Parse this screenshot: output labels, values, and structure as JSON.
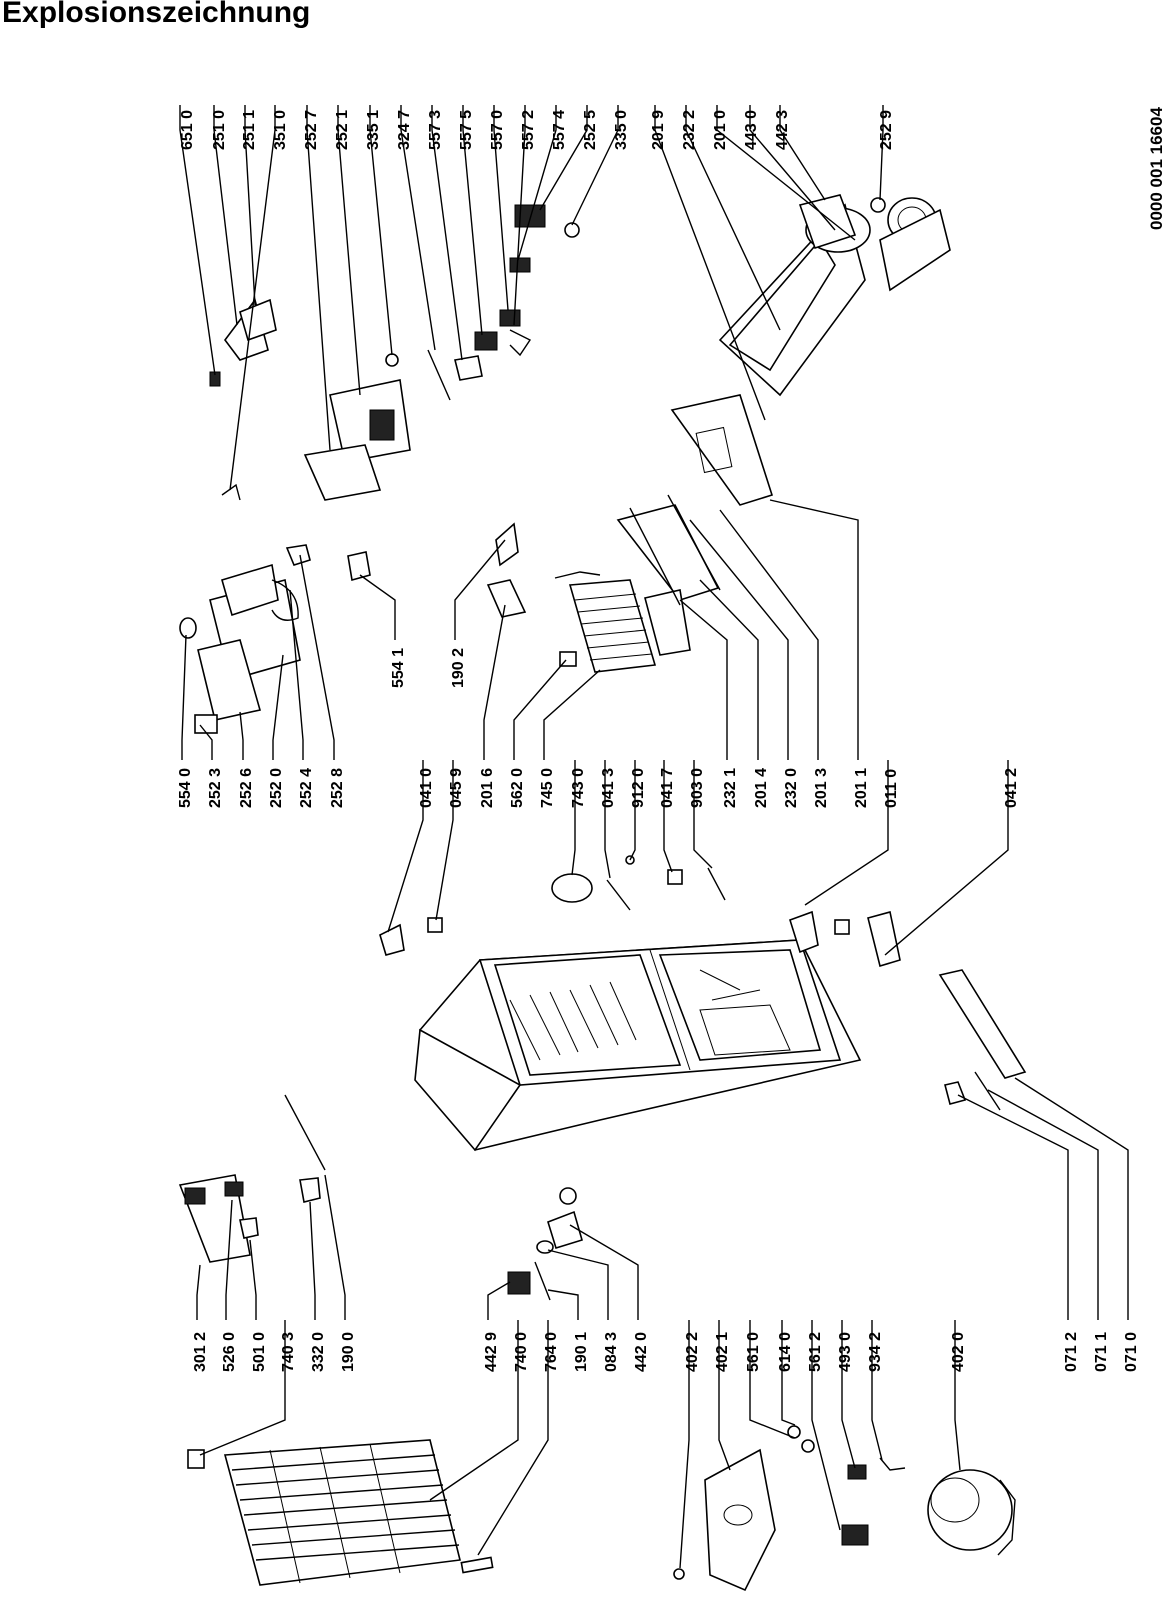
{
  "title": "Explosionszeichnung",
  "doc_number": "0000 001 16604",
  "labels": {
    "top_row": [
      "651 0",
      "251 0",
      "251 1",
      "351 0",
      "252 7",
      "252 1",
      "335 1",
      "324 7",
      "557 3",
      "557 5",
      "557 0",
      "557 2",
      "557 4",
      "252 5",
      "335 0",
      "201 9",
      "232 2",
      "201 0",
      "443 0",
      "442 3",
      "252 9"
    ],
    "mid_row": [
      "554 0",
      "252 3",
      "252 6",
      "252 0",
      "252 4",
      "252 8",
      "554 1",
      "190 2",
      "041 0",
      "045 9",
      "201 6",
      "562 0",
      "745 0",
      "743 0",
      "041 3",
      "912 0",
      "041 7",
      "903 0",
      "232 1",
      "201 4",
      "232 0",
      "201 3",
      "201 1",
      "011 0",
      "041 2"
    ],
    "bottom_row": [
      "301 2",
      "526 0",
      "501 0",
      "740 3",
      "332 0",
      "190 0",
      "442 9",
      "740 0",
      "764 0",
      "190 1",
      "084 3",
      "442 0",
      "402 2",
      "402 1",
      "561 0",
      "614 0",
      "561 2",
      "493 0",
      "934 2",
      "402 0",
      "071 2",
      "071 1",
      "071 0"
    ]
  }
}
